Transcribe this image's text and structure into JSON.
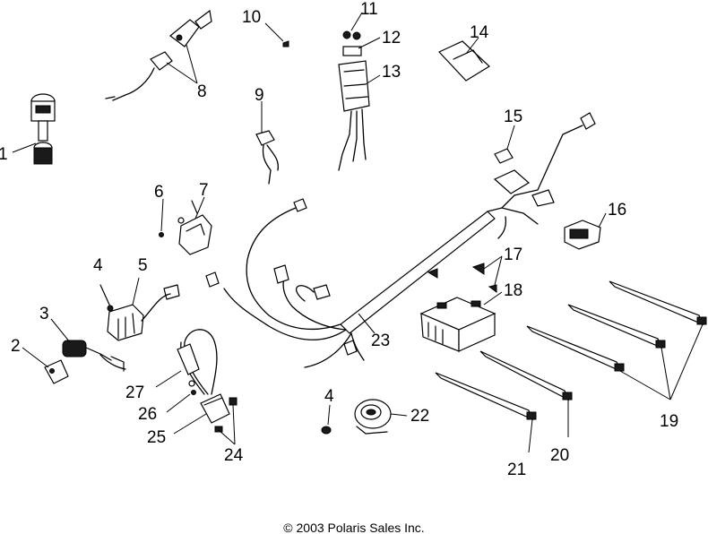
{
  "callouts": [
    "1",
    "2",
    "3",
    "4",
    "5",
    "6",
    "7",
    "8",
    "9",
    "10",
    "11",
    "12",
    "13",
    "14",
    "15",
    "16",
    "17",
    "18",
    "19",
    "20",
    "21",
    "22",
    "23",
    "24",
    "25",
    "26",
    "27",
    "4"
  ],
  "copyright": "© 2003 Polaris Sales Inc."
}
